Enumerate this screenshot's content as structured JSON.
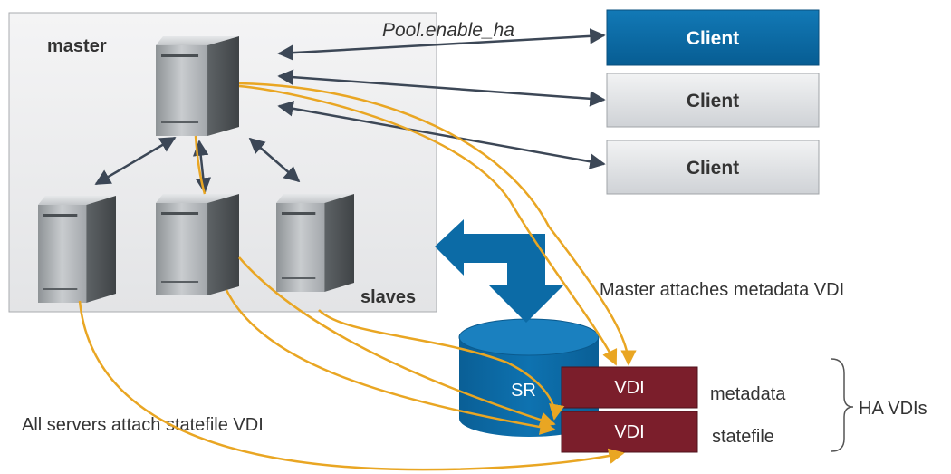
{
  "pool": {
    "master_label": "master",
    "slaves_label": "slaves"
  },
  "api_call": "Pool.enable_ha",
  "clients": [
    {
      "label": "Client",
      "active": true
    },
    {
      "label": "Client",
      "active": false
    },
    {
      "label": "Client",
      "active": false
    }
  ],
  "storage": {
    "sr_label": "SR",
    "vdis": [
      {
        "label": "VDI",
        "role": "metadata"
      },
      {
        "label": "VDI",
        "role": "statefile"
      }
    ],
    "group_label": "HA VDIs"
  },
  "annotations": {
    "master_attach": "Master attaches metadata VDI",
    "all_attach": "All servers attach statefile VDI"
  },
  "colors": {
    "client_active": "#0a6aa5",
    "client_inactive": "#d7d9dc",
    "vdi_fill": "#7b1e2b",
    "sr_fill": "#0c6ba6",
    "yellow_arrow": "#e9a623",
    "dark_arrow": "#3c4756"
  }
}
